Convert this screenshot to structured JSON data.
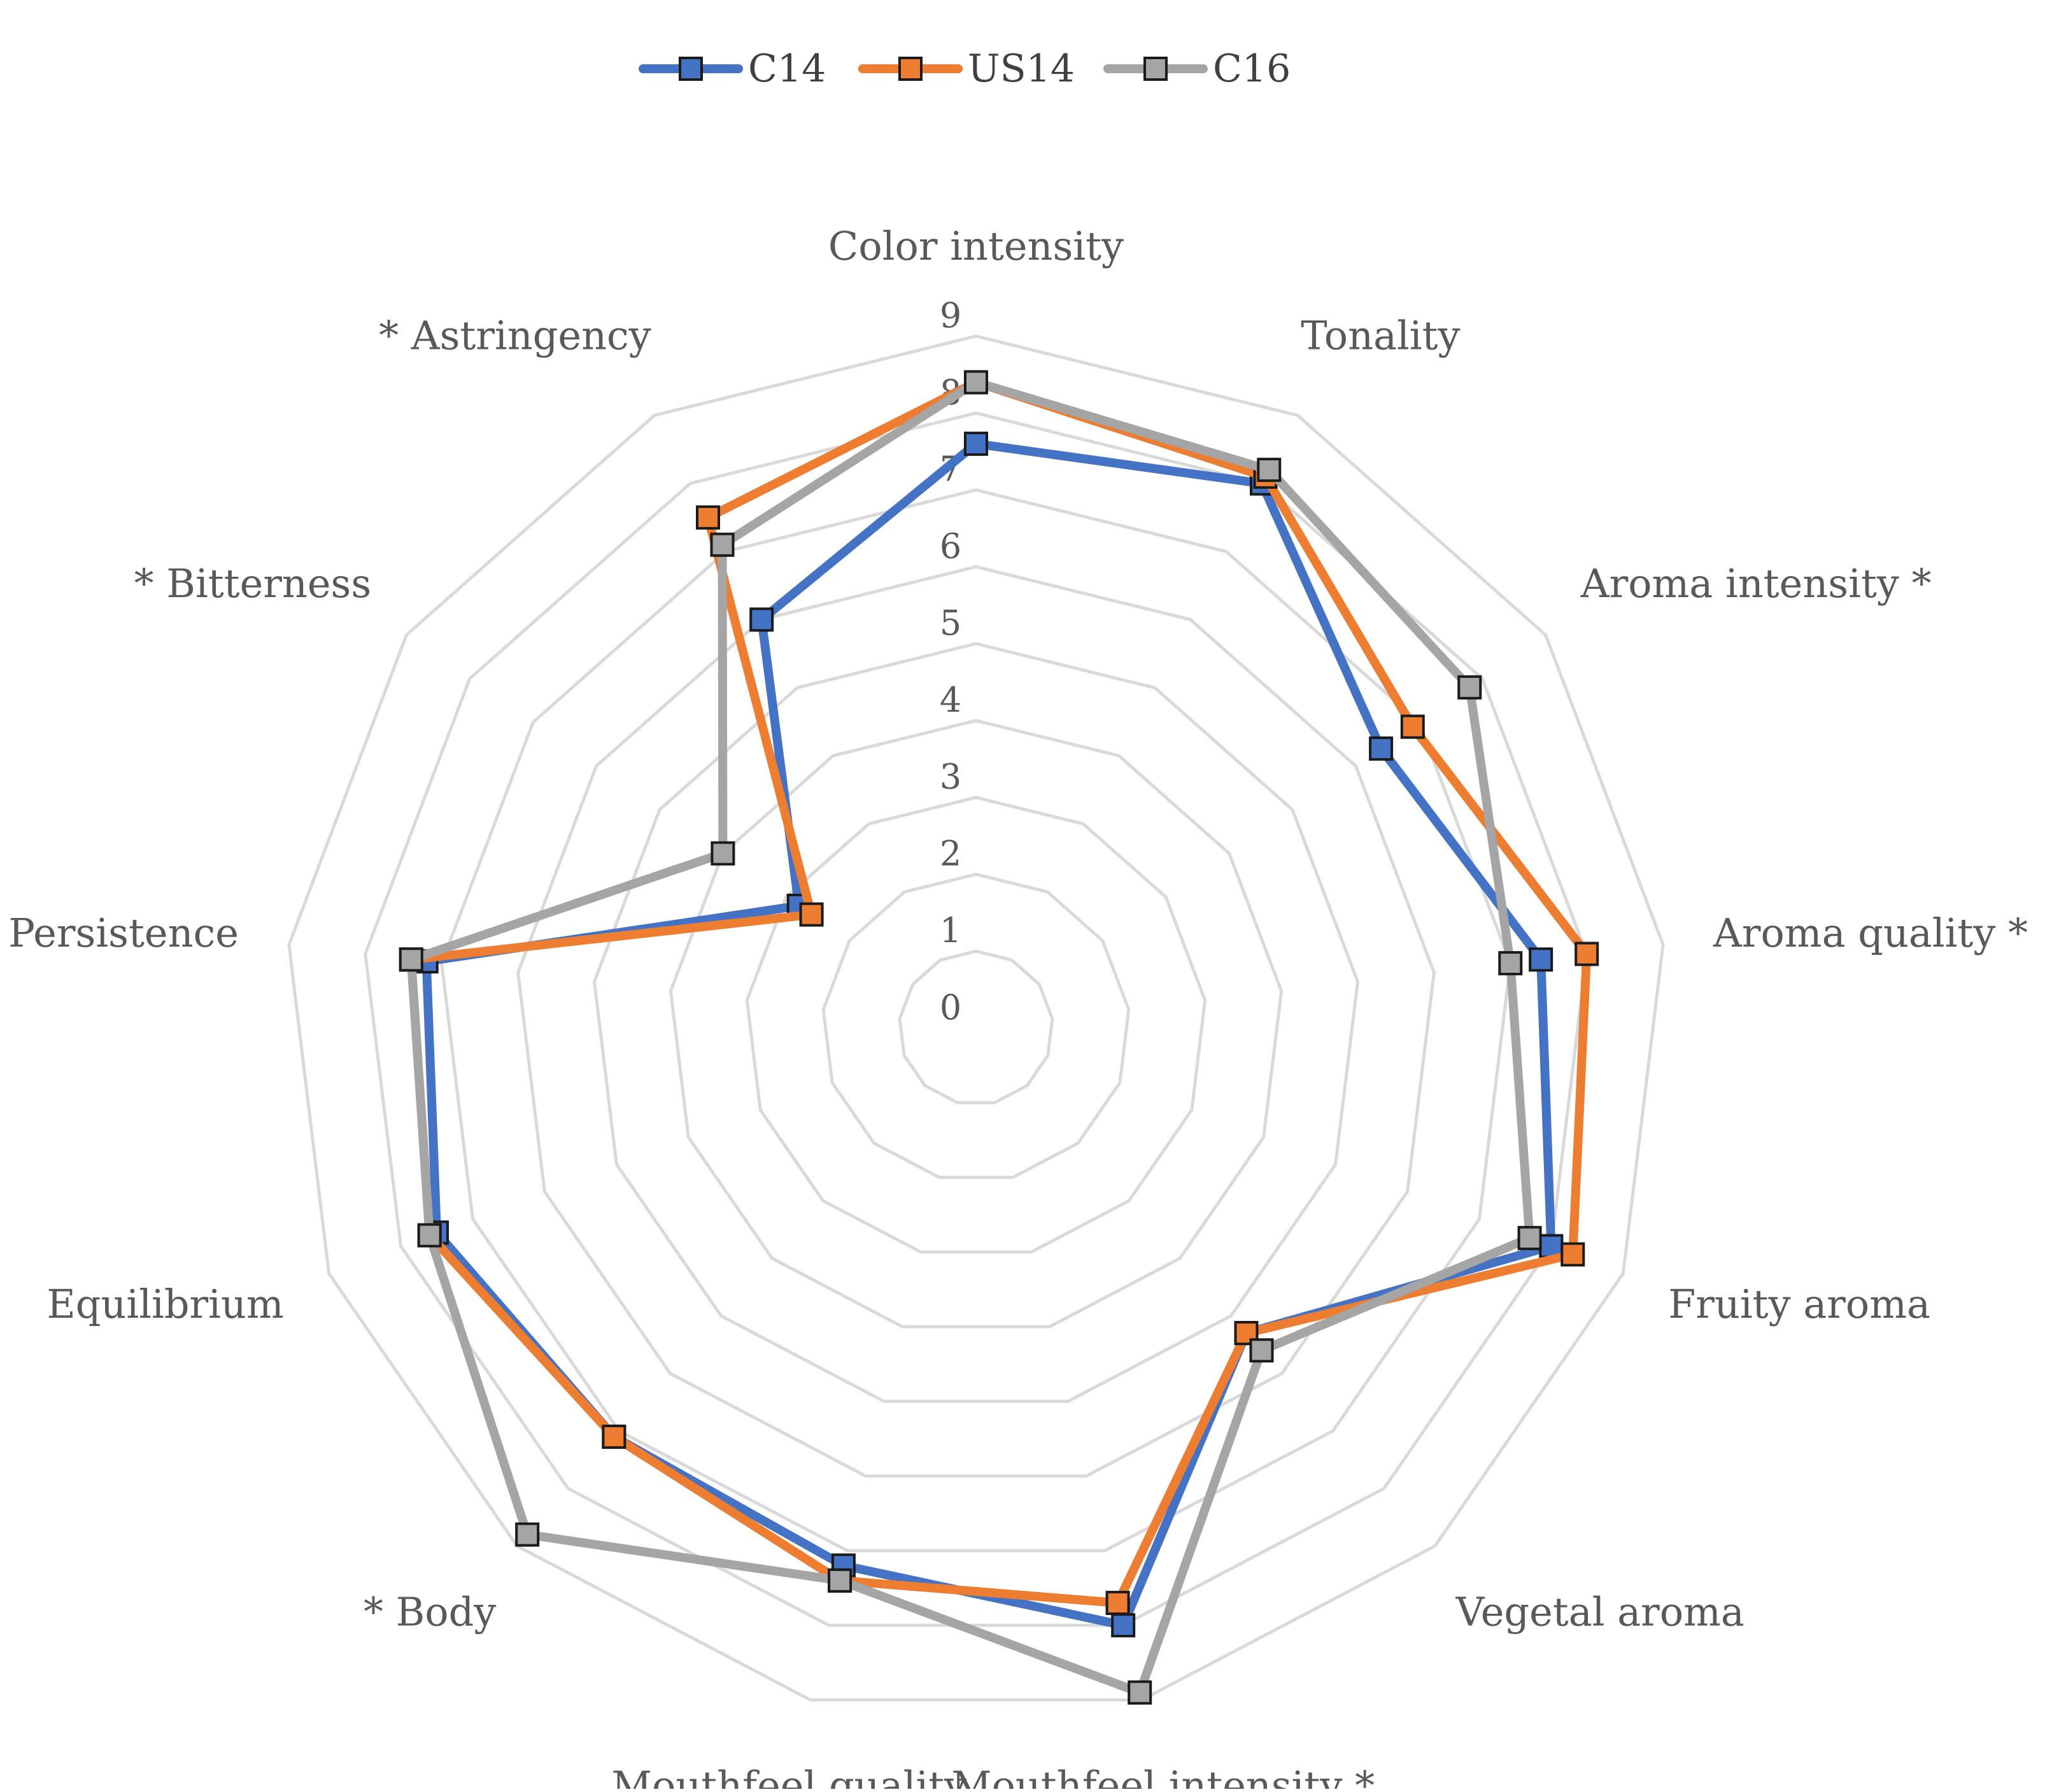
{
  "chart_data": {
    "type": "radar",
    "categories": [
      "Color intensity",
      "Tonality",
      "Aroma intensity *",
      "Aroma quality *",
      "Fruity aroma",
      "Vegetal aroma",
      "Mouthfeel intensity *",
      "Mouthfeel quality",
      "* Body",
      "Equilibrium",
      "Persistence",
      "* Bitterness",
      "* Astringency"
    ],
    "series": [
      {
        "name": "C14",
        "color": "#4472C4",
        "values": [
          7.6,
          8.0,
          6.4,
          7.4,
          8.0,
          5.3,
          8.0,
          7.2,
          7.1,
          7.5,
          7.2,
          2.8,
          6.0
        ]
      },
      {
        "name": "US14",
        "color": "#ED7D31",
        "values": [
          8.4,
          8.1,
          6.9,
          8.0,
          8.3,
          5.3,
          7.7,
          7.4,
          7.1,
          7.6,
          7.4,
          2.6,
          7.5
        ]
      },
      {
        "name": "C16",
        "color": "#A5A5A5",
        "values": [
          8.4,
          8.2,
          7.8,
          7.0,
          7.7,
          5.6,
          8.9,
          7.4,
          8.8,
          7.6,
          7.4,
          4.0,
          7.1
        ]
      }
    ],
    "radial_axis": {
      "min": 0,
      "max": 9,
      "step": 1,
      "ticks": [
        "0",
        "1",
        "2",
        "3",
        "4",
        "5",
        "6",
        "7",
        "8",
        "9"
      ]
    },
    "grid": true,
    "legend_position": "top"
  }
}
